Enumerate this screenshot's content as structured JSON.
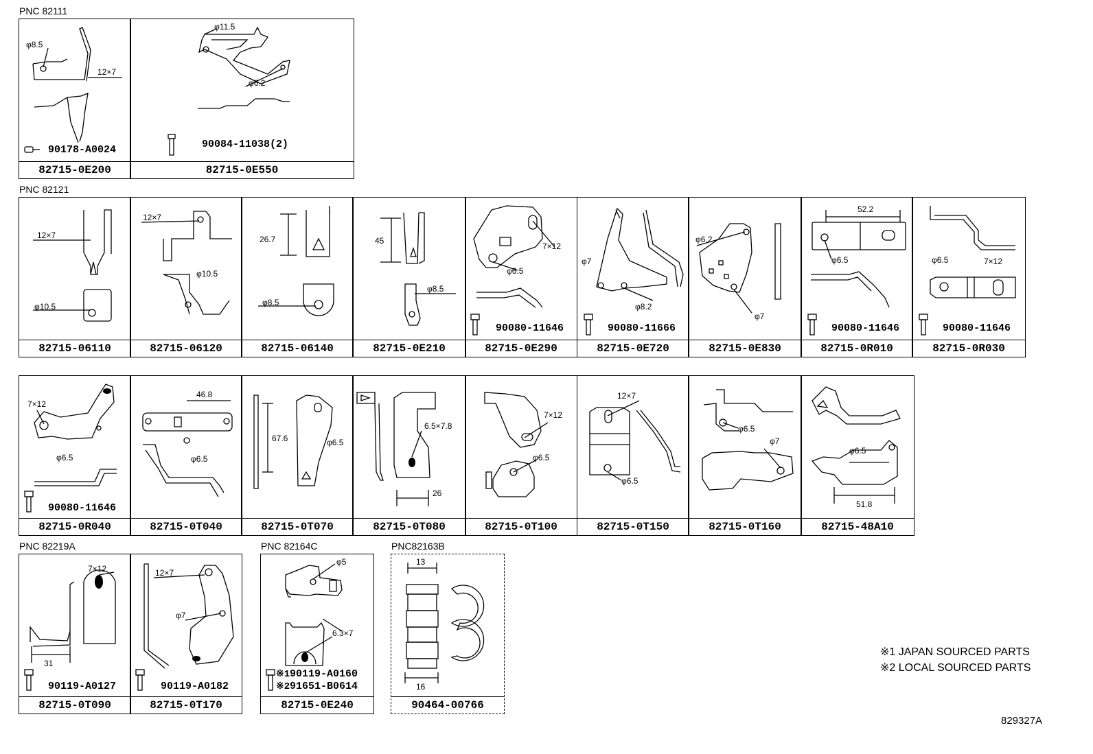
{
  "groups": {
    "g1": "PNC 82111",
    "g2": "PNC 82121",
    "g3": "PNC 82219A",
    "g4": "PNC 82164C",
    "g5": "PNC82163B"
  },
  "cells": {
    "c1": {
      "part": "82715-0E200",
      "bolt": "90178-A0024",
      "dims": [
        "φ8.5",
        "12×7"
      ]
    },
    "c2": {
      "part": "82715-0E550",
      "bolt": "90084-11038(2)",
      "dims": [
        "φ11.5",
        "φ6.2"
      ]
    },
    "c3": {
      "part": "82715-06110",
      "dims": [
        "12×7",
        "φ10.5"
      ]
    },
    "c4": {
      "part": "82715-06120",
      "dims": [
        "12×7",
        "φ10.5"
      ]
    },
    "c5": {
      "part": "82715-06140",
      "dims": [
        "26.7",
        "φ8.5"
      ]
    },
    "c6": {
      "part": "82715-0E210",
      "dims": [
        "45",
        "φ8.5"
      ]
    },
    "c7": {
      "part": "82715-0E290",
      "bolt": "90080-11646",
      "dims": [
        "7×12",
        "φ6.5"
      ]
    },
    "c8": {
      "part": "82715-0E720",
      "bolt": "90080-11666",
      "dims": [
        "φ7",
        "φ8.2"
      ]
    },
    "c9": {
      "part": "82715-0E830",
      "dims": [
        "φ6.2",
        "φ7"
      ]
    },
    "c10": {
      "part": "82715-0R010",
      "bolt": "90080-11646",
      "dims": [
        "52.2",
        "φ6.5"
      ]
    },
    "c11": {
      "part": "82715-0R030",
      "bolt": "90080-11646",
      "dims": [
        "φ6.5",
        "7×12"
      ]
    },
    "c12": {
      "part": "82715-0R040",
      "bolt": "90080-11646",
      "dims": [
        "7×12",
        "φ6.5"
      ]
    },
    "c13": {
      "part": "82715-0T040",
      "dims": [
        "46.8",
        "φ6.5"
      ]
    },
    "c14": {
      "part": "82715-0T070",
      "dims": [
        "67.6",
        "φ6.5"
      ]
    },
    "c15": {
      "part": "82715-0T080",
      "dims": [
        "6.5×7.8",
        "26"
      ]
    },
    "c16": {
      "part": "82715-0T100",
      "dims": [
        "7×12",
        "φ6.5"
      ]
    },
    "c17": {
      "part": "82715-0T150",
      "dims": [
        "12×7",
        "φ6.5"
      ]
    },
    "c18": {
      "part": "82715-0T160",
      "dims": [
        "φ6.5",
        "φ7"
      ]
    },
    "c19": {
      "part": "82715-48A10",
      "dims": [
        "φ6.5",
        "51.8"
      ]
    },
    "c20": {
      "part": "82715-0T090",
      "bolt": "90119-A0127",
      "dims": [
        "7×12",
        "31"
      ]
    },
    "c21": {
      "part": "82715-0T170",
      "bolt": "90119-A0182",
      "dims": [
        "12×7",
        "φ7"
      ]
    },
    "c22": {
      "part": "82715-0E240",
      "bolt": "90119-A0160",
      "bolt2": "91651-B0614",
      "mark1": "※1",
      "mark2": "※2",
      "dims": [
        "φ5",
        "6.3×7"
      ]
    },
    "c23": {
      "part": "90464-00766",
      "dims": [
        "13",
        "16"
      ]
    }
  },
  "notes": {
    "n1": "※1 JAPAN SOURCED PARTS",
    "n2": "※2 LOCAL SOURCED PARTS"
  },
  "ref": "829327A"
}
